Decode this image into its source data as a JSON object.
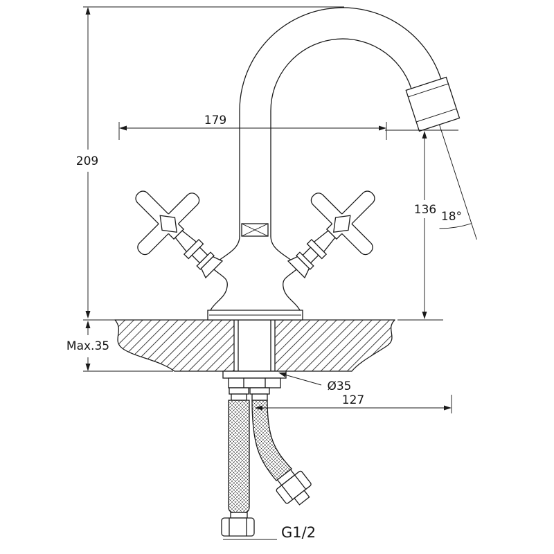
{
  "canvas": {
    "paper": "#ffffff",
    "ink": "#1a1a1a"
  },
  "labels": {
    "overall_height": "209",
    "overall_width": "179",
    "spout_height": "136",
    "spout_angle": "18°",
    "max_deck_thickness": "Max.35",
    "hole_diameter": "Ø35",
    "spout_reach": "127",
    "connection_thread": "G1/2"
  }
}
